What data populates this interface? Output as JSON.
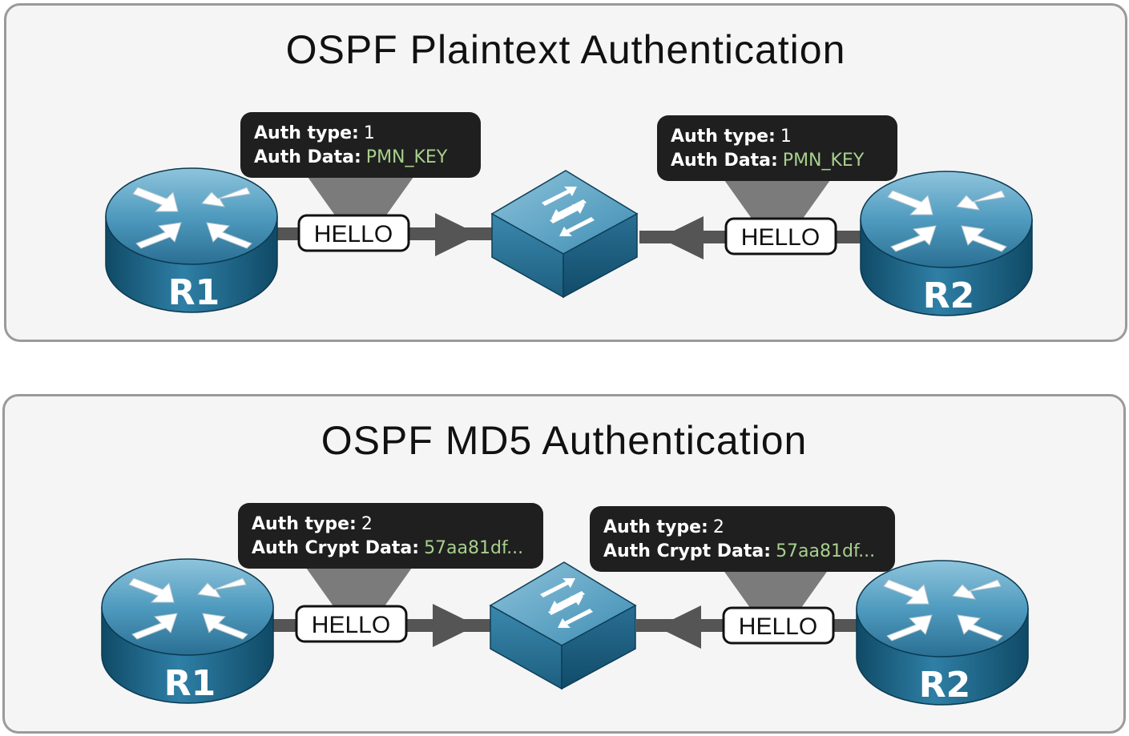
{
  "panels": [
    {
      "title": "OSPF Plaintext Authentication",
      "left_router": "R1",
      "right_router": "R2",
      "packet_label": "HELLO",
      "left_callout": {
        "type_label": "Auth type:",
        "type_value": "1",
        "data_label": "Auth Data:",
        "data_value": "PMN_KEY"
      },
      "right_callout": {
        "type_label": "Auth type:",
        "type_value": "1",
        "data_label": "Auth Data:",
        "data_value": "PMN_KEY"
      }
    },
    {
      "title": "OSPF MD5 Authentication",
      "left_router": "R1",
      "right_router": "R2",
      "packet_label": "HELLO",
      "left_callout": {
        "type_label": "Auth type:",
        "type_value": "2",
        "data_label": "Auth Crypt Data:",
        "data_value": "57aa81df..."
      },
      "right_callout": {
        "type_label": "Auth type:",
        "type_value": "2",
        "data_label": "Auth Crypt Data:",
        "data_value": "57aa81df..."
      }
    }
  ],
  "icons": [
    "router-icon",
    "switch-icon",
    "arrow-right-icon",
    "arrow-left-icon"
  ],
  "colors": {
    "device_blue": "#2f7fa6",
    "callout_bg": "#1f1f1f",
    "auth_value_green": "#a8d08d",
    "link_gray": "#555555"
  }
}
